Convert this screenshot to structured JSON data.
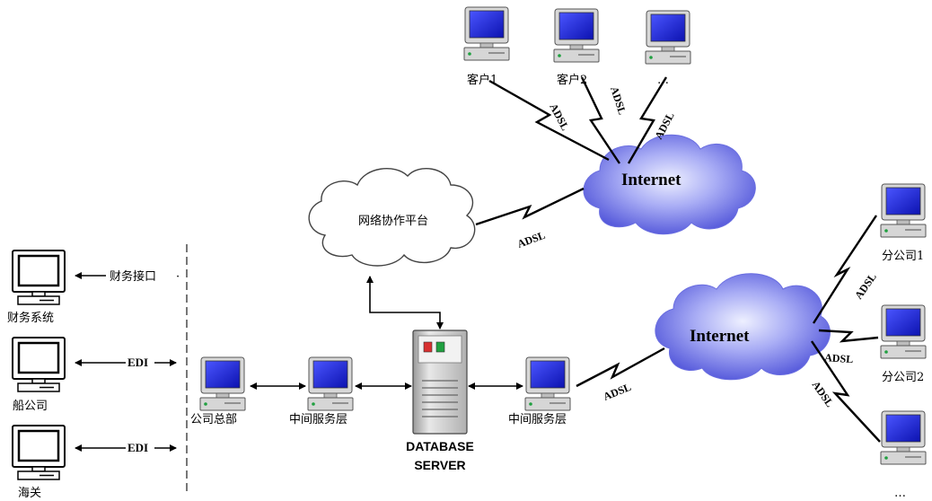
{
  "clients": {
    "client1_label": "客户1",
    "client2_label": "客户2",
    "client3_label": "…"
  },
  "internet": {
    "top_label": "Internet",
    "right_label": "Internet"
  },
  "platform": {
    "label": "网络协作平台"
  },
  "left_systems": {
    "finance_system_label": "财务系统",
    "finance_interface_label": "财务接口",
    "shipping_company_label": "船公司",
    "shipping_edi_label": "EDI",
    "customs_label": "海关",
    "customs_edi_label": "EDI"
  },
  "center": {
    "hq_label": "公司总部",
    "middle_left_label": "中间服务层",
    "db_line1": "DATABASE",
    "db_line2": "SERVER",
    "middle_right_label": "中间服务层"
  },
  "branches": {
    "branch1_label": "分公司1",
    "branch2_label": "分公司2",
    "branch3_label": "…"
  },
  "links": {
    "adsl": "ADSL"
  },
  "colors": {
    "screen_blue": "#1a20e6",
    "cloud_blue": "#5b5fe0",
    "cloud_light": "#d9dcff",
    "server_gray": "#c8c8c8",
    "led_red": "#d83030",
    "led_green": "#20a040"
  }
}
